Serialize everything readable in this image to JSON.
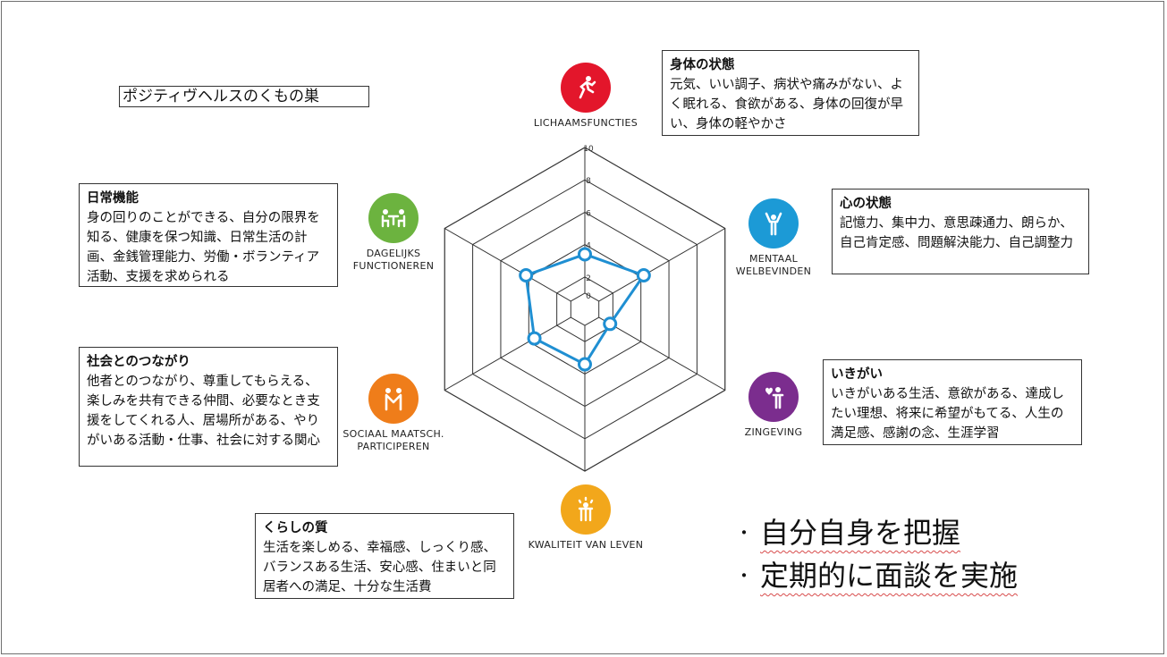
{
  "title": "ポジティヴヘルスのくもの巣",
  "dimensions": [
    {
      "label": "LICHAAMSFUNCTIES",
      "color": "#e3162b",
      "icon": "running-person-icon"
    },
    {
      "label": "MENTAAL\nWELBEVINDEN",
      "color": "#1c9ad6",
      "icon": "raised-arms-person-icon"
    },
    {
      "label": "ZINGEVING",
      "color": "#7b2d8e",
      "icon": "person-heart-icon"
    },
    {
      "label": "KWALITEIT VAN LEVEN",
      "color": "#f2a71b",
      "icon": "radiant-person-icon"
    },
    {
      "label": "SOCIAAL MAATSCH.\nPARTICIPEREN",
      "color": "#ef7d1a",
      "icon": "two-people-icon"
    },
    {
      "label": "DAGELIJKS\nFUNCTIONEREN",
      "color": "#6cb33f",
      "icon": "people-at-table-icon"
    }
  ],
  "info_boxes": {
    "body": {
      "heading": "身体の状態",
      "text": "元気、いい調子、病状や痛みがない、よく眠れる、食欲がある、身体の回復が早い、身体の軽やかさ"
    },
    "mind": {
      "heading": "心の状態",
      "text": "記憶力、集中力、意思疎通力、朗らか、自己肯定感、問題解決能力、自己調整力"
    },
    "meaning": {
      "heading": "いきがい",
      "text": "いきがいある生活、意欲がある、達成したい理想、将来に希望がもてる、人生の満足感、感謝の念、生涯学習"
    },
    "quality": {
      "heading": "くらしの質",
      "text": "生活を楽しめる、幸福感、しっくり感、バランスある生活、安心感、住まいと同居者への満足、十分な生活費"
    },
    "social": {
      "heading": "社会とのつながり",
      "text": "他者とのつながり、尊重してもらえる、楽しみを共有できる仲間、必要なとき支援をしてくれる人、居場所がある、やりがいある活動・仕事、社会に対する関心"
    },
    "daily": {
      "heading": "日常機能",
      "text": "身の回りのことができる、自分の限界を知る、健康を保つ知識、日常生活の計画、金銭管理能力、労働・ボランティア活動、支援を求められる"
    }
  },
  "bullets": [
    "自分自身を把握",
    "定期的に面談を実施"
  ],
  "bullet_mark": "・",
  "chart_data": {
    "type": "radar",
    "axes": [
      "LICHAAMSFUNCTIES",
      "MENTAAL WELBEVINDEN",
      "ZINGEVING",
      "KWALITEIT VAN LEVEN",
      "SOCIAAL MAATSCH. PARTICIPEREN",
      "DAGELIJKS FUNCTIONEREN"
    ],
    "values": [
      3.4,
      4.2,
      1.8,
      3.4,
      3.6,
      4.2
    ],
    "ticks": [
      0,
      2,
      4,
      6,
      8,
      10
    ],
    "rlim": [
      0,
      10
    ],
    "grid": true,
    "series_color": "#1f8fd2"
  }
}
